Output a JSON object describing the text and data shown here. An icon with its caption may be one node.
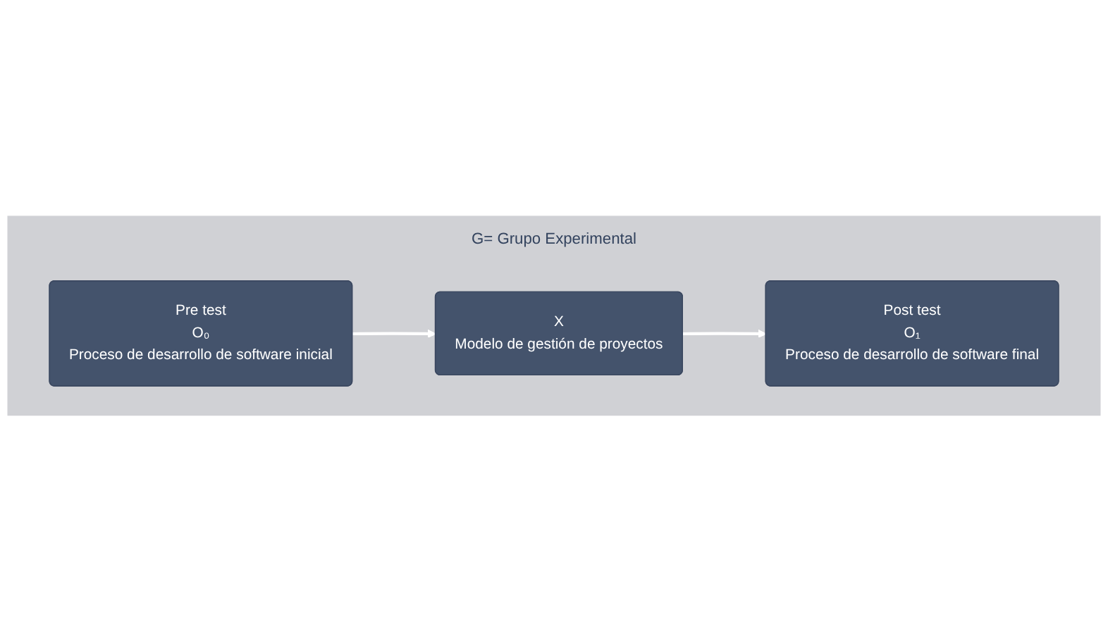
{
  "diagram": {
    "nodes": [
      {
        "text": [
          "G= Grupo Experimental"
        ]
      },
      {
        "text": [
          "Pre test",
          "O₀",
          "Proceso de desarrollo de software inicial"
        ],
        "in": 0
      },
      {
        "text": [
          "X",
          "Modelo de gestión de proyectos"
        ],
        "in": 0
      },
      {
        "text": [
          "Post test",
          "O₁",
          "Proceso de desarrollo de software final"
        ],
        "in": 0
      }
    ],
    "edges": [
      {
        "from": 1,
        "to": 2,
        "arrow": "to"
      },
      {
        "from": 2,
        "to": 3,
        "arrow": "to"
      }
    ]
  }
}
